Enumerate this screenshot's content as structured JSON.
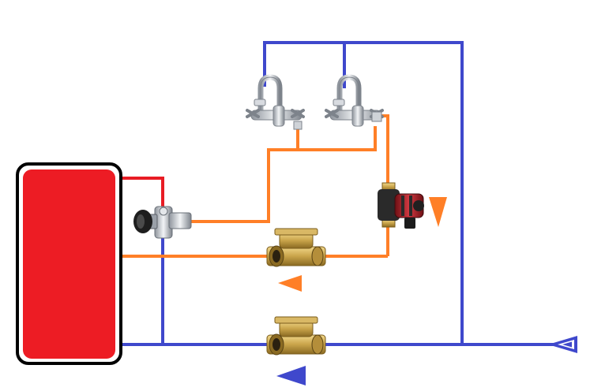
{
  "diagram": {
    "kind": "hot water recirculation schematic",
    "colors": {
      "background": "#ffffff",
      "hot_pipe": "#e81c24",
      "warm_pipe": "#ff7f27",
      "cold_pipe": "#3f48cc",
      "tank_fill": "#ed1c24",
      "tank_border": "#000000",
      "brass": "#c9a44a",
      "chrome": "#c8ccd2",
      "pump_body": "#b3262e"
    },
    "components": [
      {
        "id": "water-heater-tank",
        "type": "storage tank"
      },
      {
        "id": "thermostatic-mixing-valve",
        "type": "mixing valve"
      },
      {
        "id": "faucet-1",
        "type": "mixer tap"
      },
      {
        "id": "faucet-2",
        "type": "mixer tap"
      },
      {
        "id": "circulation-pump",
        "type": "pump"
      },
      {
        "id": "check-valve-return",
        "type": "check valve"
      },
      {
        "id": "check-valve-cold",
        "type": "check valve"
      }
    ],
    "flow_arrows": [
      {
        "id": "return-flow-arrow",
        "direction": "left",
        "color": "warm"
      },
      {
        "id": "pump-flow-arrow",
        "direction": "down",
        "color": "warm"
      },
      {
        "id": "cold-inflow-arrow",
        "direction": "left",
        "color": "cold"
      },
      {
        "id": "cold-supply-inlet-arrow",
        "direction": "left",
        "color": "cold"
      }
    ]
  }
}
